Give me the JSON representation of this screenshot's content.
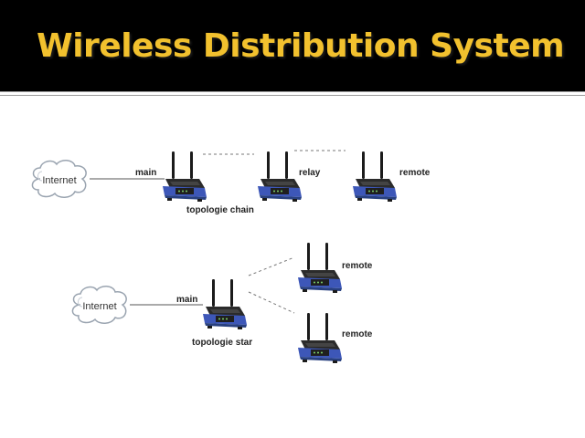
{
  "slide": {
    "title": "Wireless Distribution System"
  },
  "chain": {
    "cloud_label": "Internet",
    "main_label": "main",
    "relay_label": "relay",
    "remote_label": "remote",
    "caption": "topologie chain"
  },
  "star": {
    "cloud_label": "Internet",
    "main_label": "main",
    "remote_top_label": "remote",
    "remote_bottom_label": "remote",
    "caption": "topologie star"
  },
  "colors": {
    "title_bg": "#000000",
    "title_text": "#f2c12e",
    "router_blue": "#3d57b8",
    "router_dark": "#2b2b2b",
    "cloud_fill": "#ffffff",
    "cloud_stroke": "#9aa4b0"
  },
  "icons": {
    "cloud": "internet-cloud-icon",
    "router": "wireless-router-icon"
  }
}
